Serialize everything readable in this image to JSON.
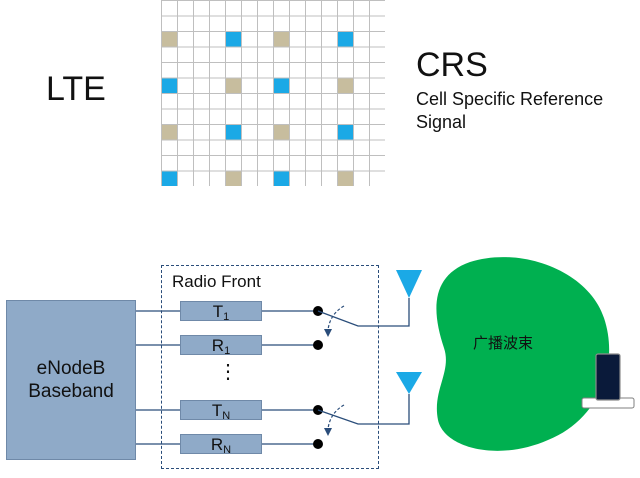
{
  "left_label": "LTE",
  "signal": {
    "title": "CRS",
    "subtitle_line1": "Cell Specific Reference",
    "subtitle_line2": "Signal"
  },
  "grid": {
    "rows": 12,
    "cols": 14,
    "colors": {
      "crs_port0": "#1ba9e6",
      "crs_port1": "#c7bd9e",
      "empty": "#ffffff",
      "line": "#bfbfbf"
    },
    "cells": [
      {
        "row": 2,
        "col": 0,
        "port": 1
      },
      {
        "row": 2,
        "col": 4,
        "port": 0
      },
      {
        "row": 2,
        "col": 7,
        "port": 1
      },
      {
        "row": 2,
        "col": 11,
        "port": 0
      },
      {
        "row": 5,
        "col": 0,
        "port": 0
      },
      {
        "row": 5,
        "col": 4,
        "port": 1
      },
      {
        "row": 5,
        "col": 7,
        "port": 0
      },
      {
        "row": 5,
        "col": 11,
        "port": 1
      },
      {
        "row": 8,
        "col": 0,
        "port": 1
      },
      {
        "row": 8,
        "col": 4,
        "port": 0
      },
      {
        "row": 8,
        "col": 7,
        "port": 1
      },
      {
        "row": 8,
        "col": 11,
        "port": 0
      },
      {
        "row": 11,
        "col": 0,
        "port": 0
      },
      {
        "row": 11,
        "col": 4,
        "port": 1
      },
      {
        "row": 11,
        "col": 7,
        "port": 0
      },
      {
        "row": 11,
        "col": 11,
        "port": 1
      }
    ]
  },
  "baseband": {
    "line1": "eNodeB",
    "line2": "Baseband"
  },
  "radio_front": {
    "label": "Radio Front",
    "chains": [
      {
        "letter": "T",
        "sub": "1"
      },
      {
        "letter": "R",
        "sub": "1"
      },
      {
        "letter": "T",
        "sub": "N"
      },
      {
        "letter": "R",
        "sub": "N"
      }
    ],
    "ellipsis": "⋮"
  },
  "beam": {
    "label": "广播波束",
    "color": "#00b050"
  },
  "antenna_color": "#1ba9e6",
  "device_icon": "phone-on-stand-icon"
}
